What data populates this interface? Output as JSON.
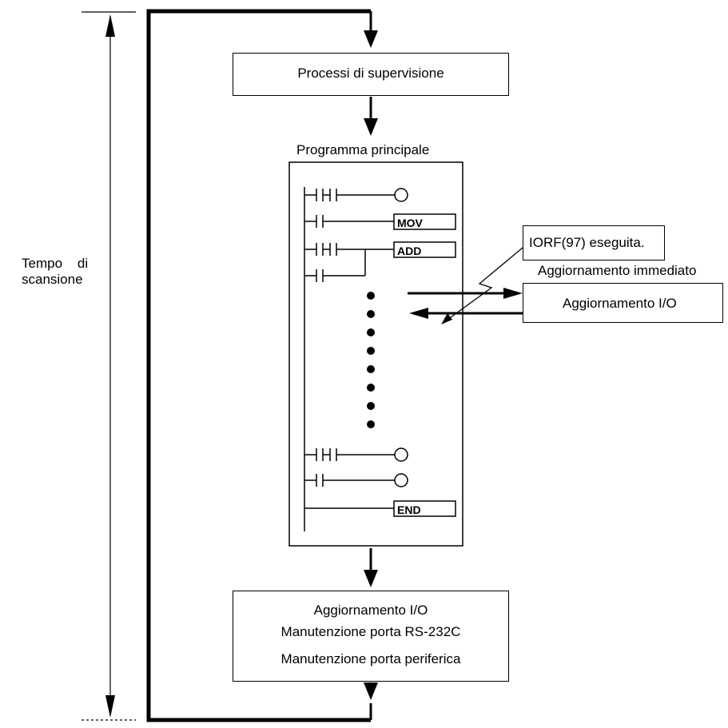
{
  "scan_time_label": [
    "Tempo    di",
    "scansione"
  ],
  "supervision_box": "Processi di supervisione",
  "main_program_title": "Programma principale",
  "ladder": {
    "mov": "MOV",
    "add": "ADD",
    "end": "END"
  },
  "callout": "IORF(97) eseguita.",
  "immediate_refresh_title": "Aggiornamento immediato",
  "io_refresh_box": "Aggiornamento I/O",
  "bottom_box": {
    "line1": "Aggiornamento I/O",
    "line2": "Manutenzione porta RS-232C",
    "line3": "Manutenzione porta periferica"
  }
}
